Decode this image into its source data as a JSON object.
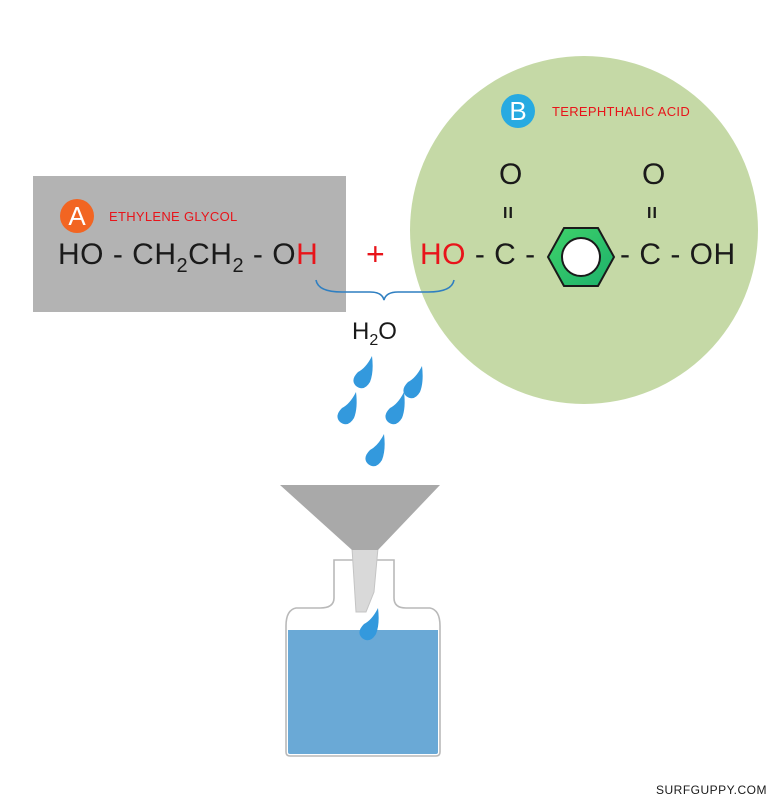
{
  "molecule_a": {
    "badge": "A",
    "name": "ETHYLENE GLYCOL",
    "formula": {
      "part1": "HO - CH",
      "sub1": "2",
      "part2": "CH",
      "sub2": "2",
      "part3": " - O",
      "removed_h": "H"
    },
    "badge_color": "#f26522",
    "box_color": "#b3b3b3"
  },
  "plus_sign": "+",
  "molecule_b": {
    "badge": "B",
    "name": "TEREPHTHALIC ACID",
    "removed_ho": "HO",
    "left_carbon": " - C - ",
    "right_carbon": " - C - OH",
    "oxygen_left": "O",
    "oxygen_right": "O",
    "double_bond_left": "II",
    "double_bond_right": "II",
    "badge_color": "#27aae1",
    "circle_color": "#c5d9a6"
  },
  "water": {
    "formula_h": "H",
    "formula_sub": "2",
    "formula_o": "O",
    "drop_color": "#3399dd",
    "bottle_water_color": "#6aa9d6"
  },
  "watermark": "SURFGUPPY.COM"
}
